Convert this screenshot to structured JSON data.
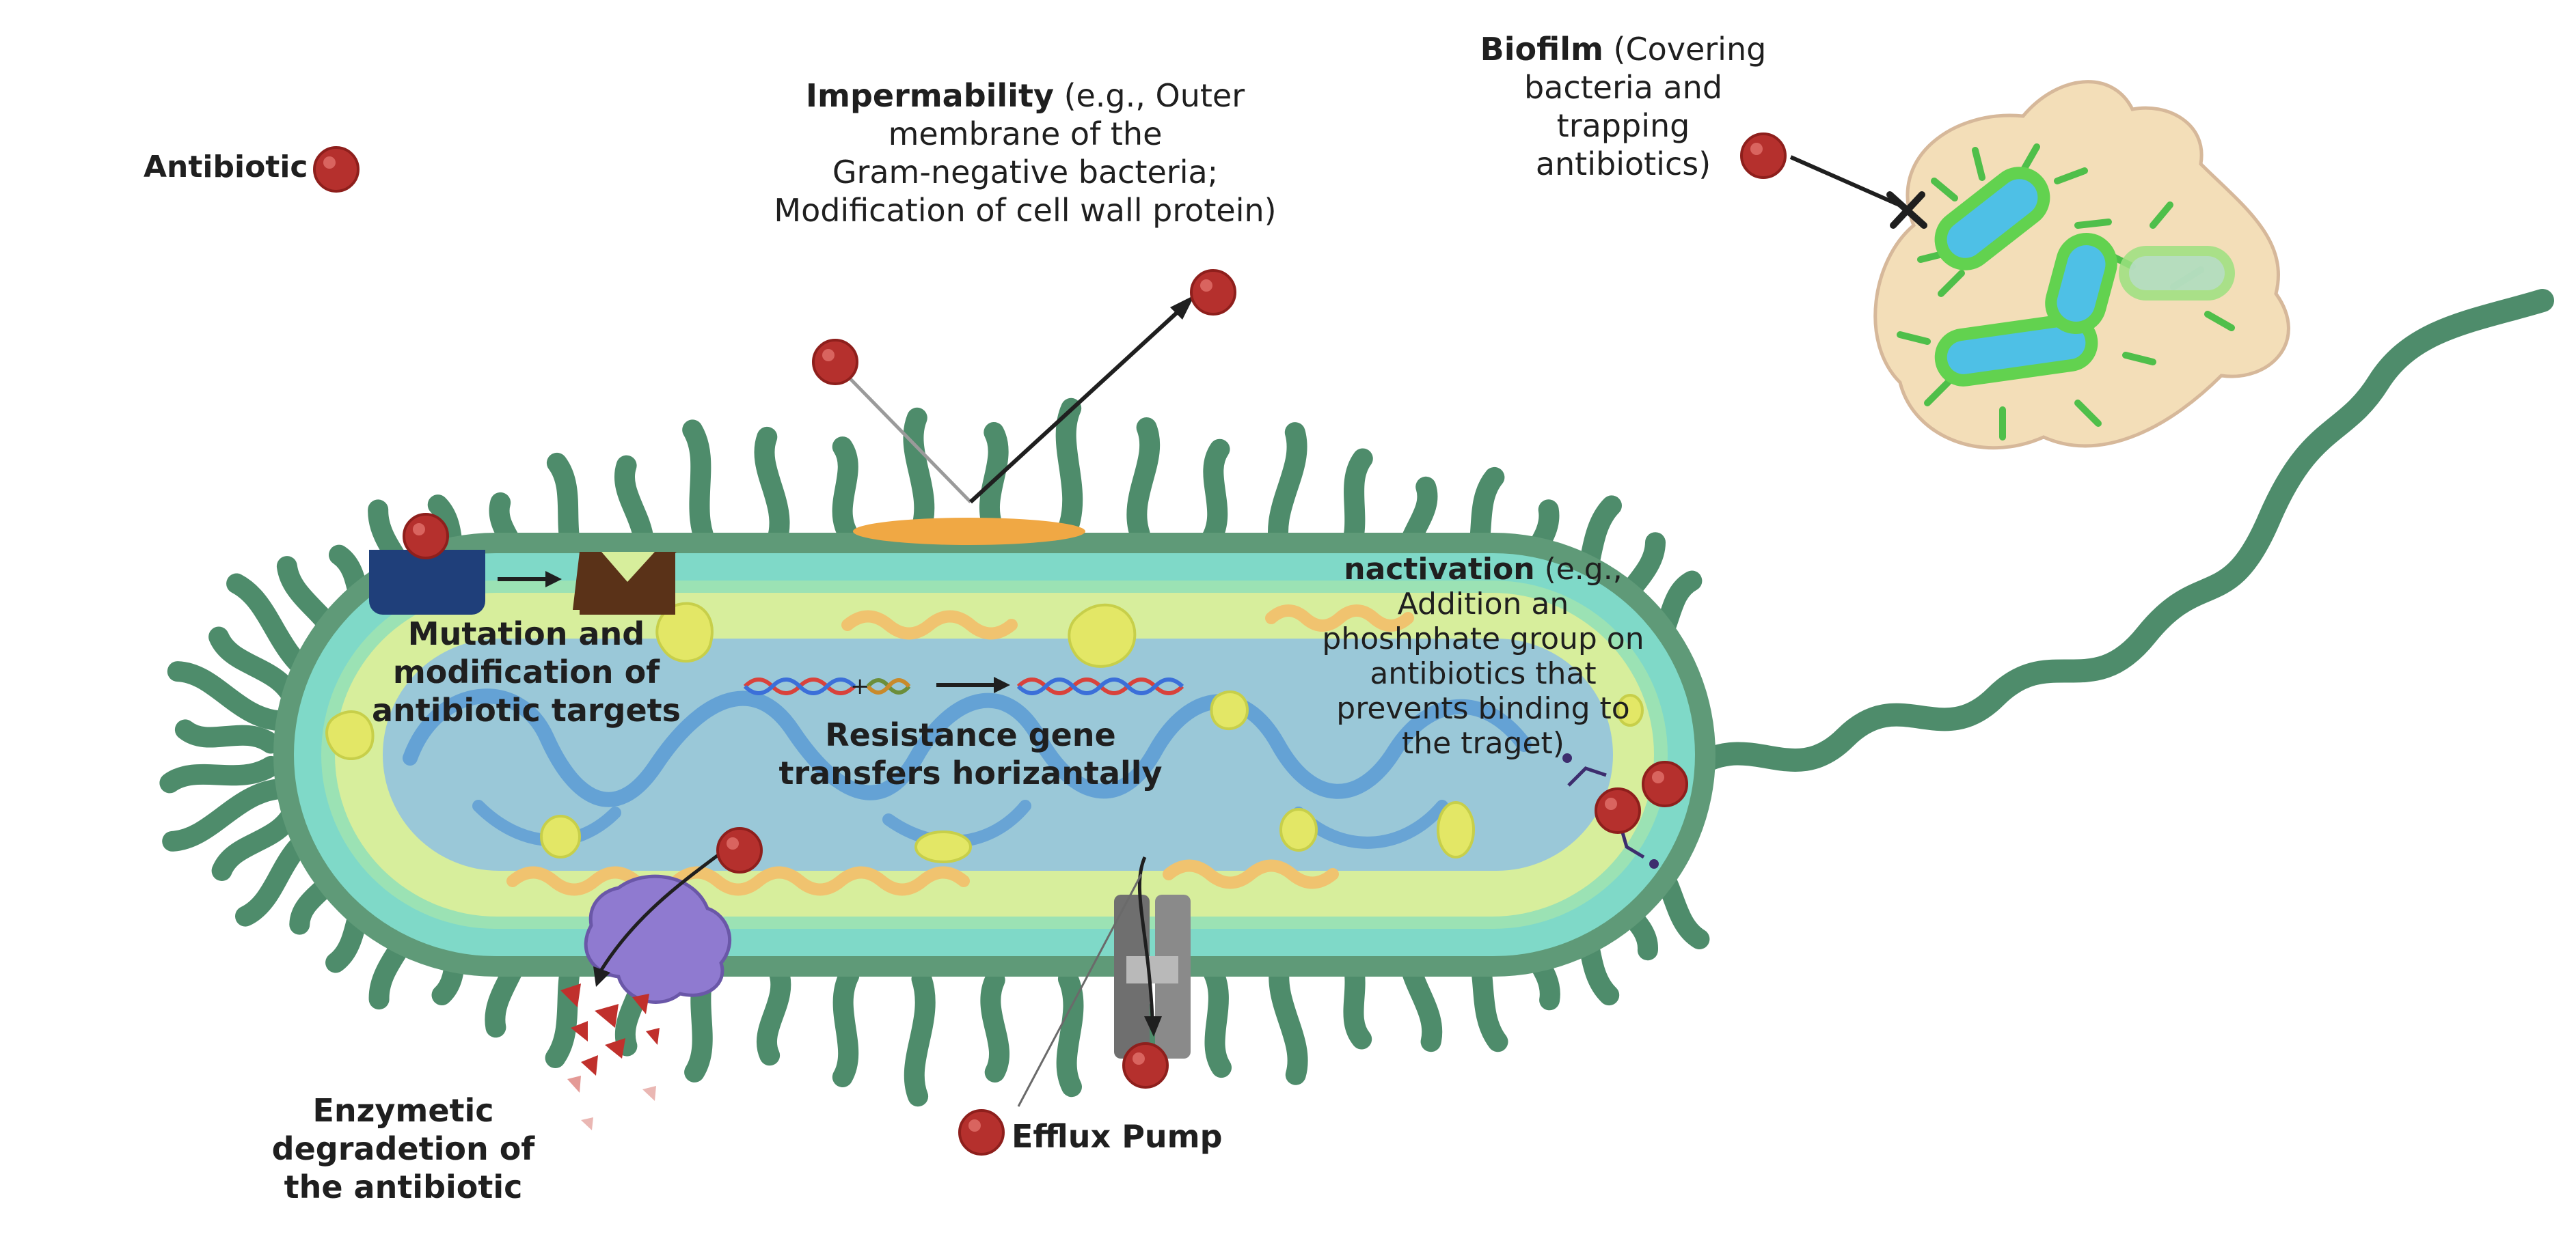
{
  "colors": {
    "pili": "#4e8c6b",
    "outer_membrane": "#5f9a78",
    "periplasm": "#7fd9c8",
    "cytoplasm": "#d7ee9c",
    "nucleoid": "#8fc1e3",
    "dna": "#5b9bd5",
    "antibiotic": "#b5302d",
    "receptor": "#1f3f7a",
    "target": "#5a3218",
    "impermeable_patch": "#f0a844",
    "plasmid": "#f0c36f",
    "granule": "#e3e766",
    "enzyme": "#8f7ad0",
    "efflux_pump": "#7b7b7b",
    "biofilm": "#f3deb8"
  },
  "labels": {
    "antibiotic": "Antibiotic",
    "impermeability": {
      "title": "Impermability",
      "rest": "(e.g., Outer",
      "line2": "membrane of the",
      "line3": "Gram-negative bacteria;",
      "line4": "Modification of cell wall protein)"
    },
    "biofilm": {
      "title": "Biofilm",
      "rest": "(Covering",
      "line2": "bacteria and",
      "line3": "trapping",
      "line4": "antibiotics)"
    },
    "mutation": {
      "line1": "Mutation and",
      "line2": "modification of",
      "line3": "antibiotic targets"
    },
    "gene_transfer": {
      "line1": "Resistance gene",
      "line2": "transfers horizantally"
    },
    "inactivation": {
      "title": "nactivation",
      "rest": "(e.g.,",
      "line2": "Addition an",
      "line3": "phoshphate group on",
      "line4": "antibiotics that",
      "line5": "prevents binding to",
      "line6": "the traget)"
    },
    "enzymatic": {
      "line1": "Enzymetic",
      "line2": "degradetion of",
      "line3": "the antibiotic"
    },
    "efflux": "Efflux Pump"
  }
}
